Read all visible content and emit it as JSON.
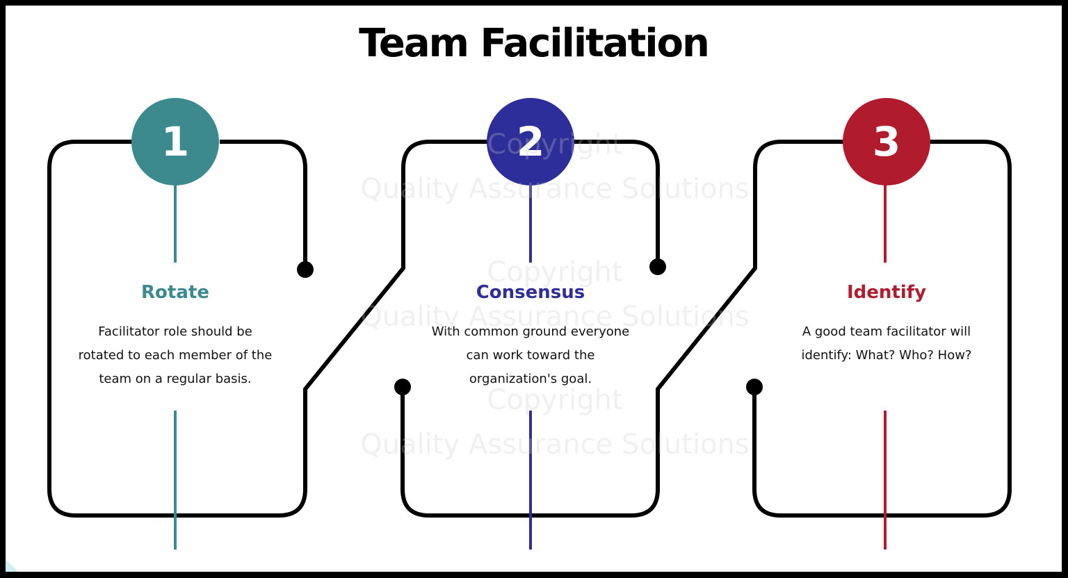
{
  "title": "Team Facilitation",
  "steps": [
    {
      "number": "1",
      "heading": "Rotate",
      "color": "#3c8a8e",
      "lines": [
        "Facilitator role should be",
        "rotated to each member of the",
        "team on a regular basis."
      ]
    },
    {
      "number": "2",
      "heading": "Consensus",
      "color": "#2e2e9a",
      "lines": [
        "With common ground everyone",
        "can work toward the",
        "organization's goal."
      ]
    },
    {
      "number": "3",
      "heading": "Identify",
      "color": "#b01c2e",
      "lines": [
        "A good team facilitator will",
        "identify: What?  Who?  How?"
      ]
    }
  ],
  "watermark": {
    "line1": "Copyright",
    "line2": "Quality Assurance Solutions"
  },
  "colors": {
    "path": "#000000",
    "background": "#ffffff"
  }
}
